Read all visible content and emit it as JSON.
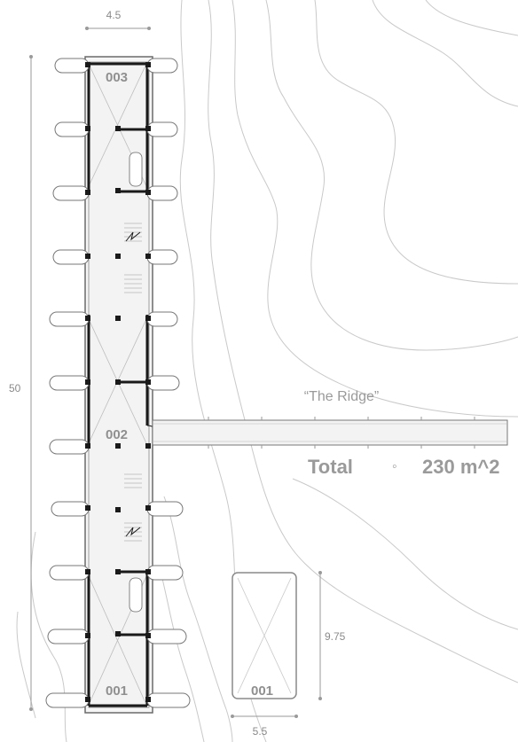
{
  "dimensions": {
    "width_top": "4.5",
    "length_side": "50",
    "module_height": "9.75",
    "module_width": "5.5"
  },
  "rooms": {
    "top": "003",
    "middle": "002",
    "bottom": "001",
    "module": "001"
  },
  "site": {
    "name": "“The Ridge”"
  },
  "summary": {
    "total_label": "Total",
    "bullet": "◦",
    "area_value": "230 m^2"
  },
  "colors": {
    "wall": "#1a1a1a",
    "outline": "#6a6a6a",
    "topo": "#c9c9c9",
    "text": "#8a8a8a",
    "floor": "#f4f4f4"
  }
}
